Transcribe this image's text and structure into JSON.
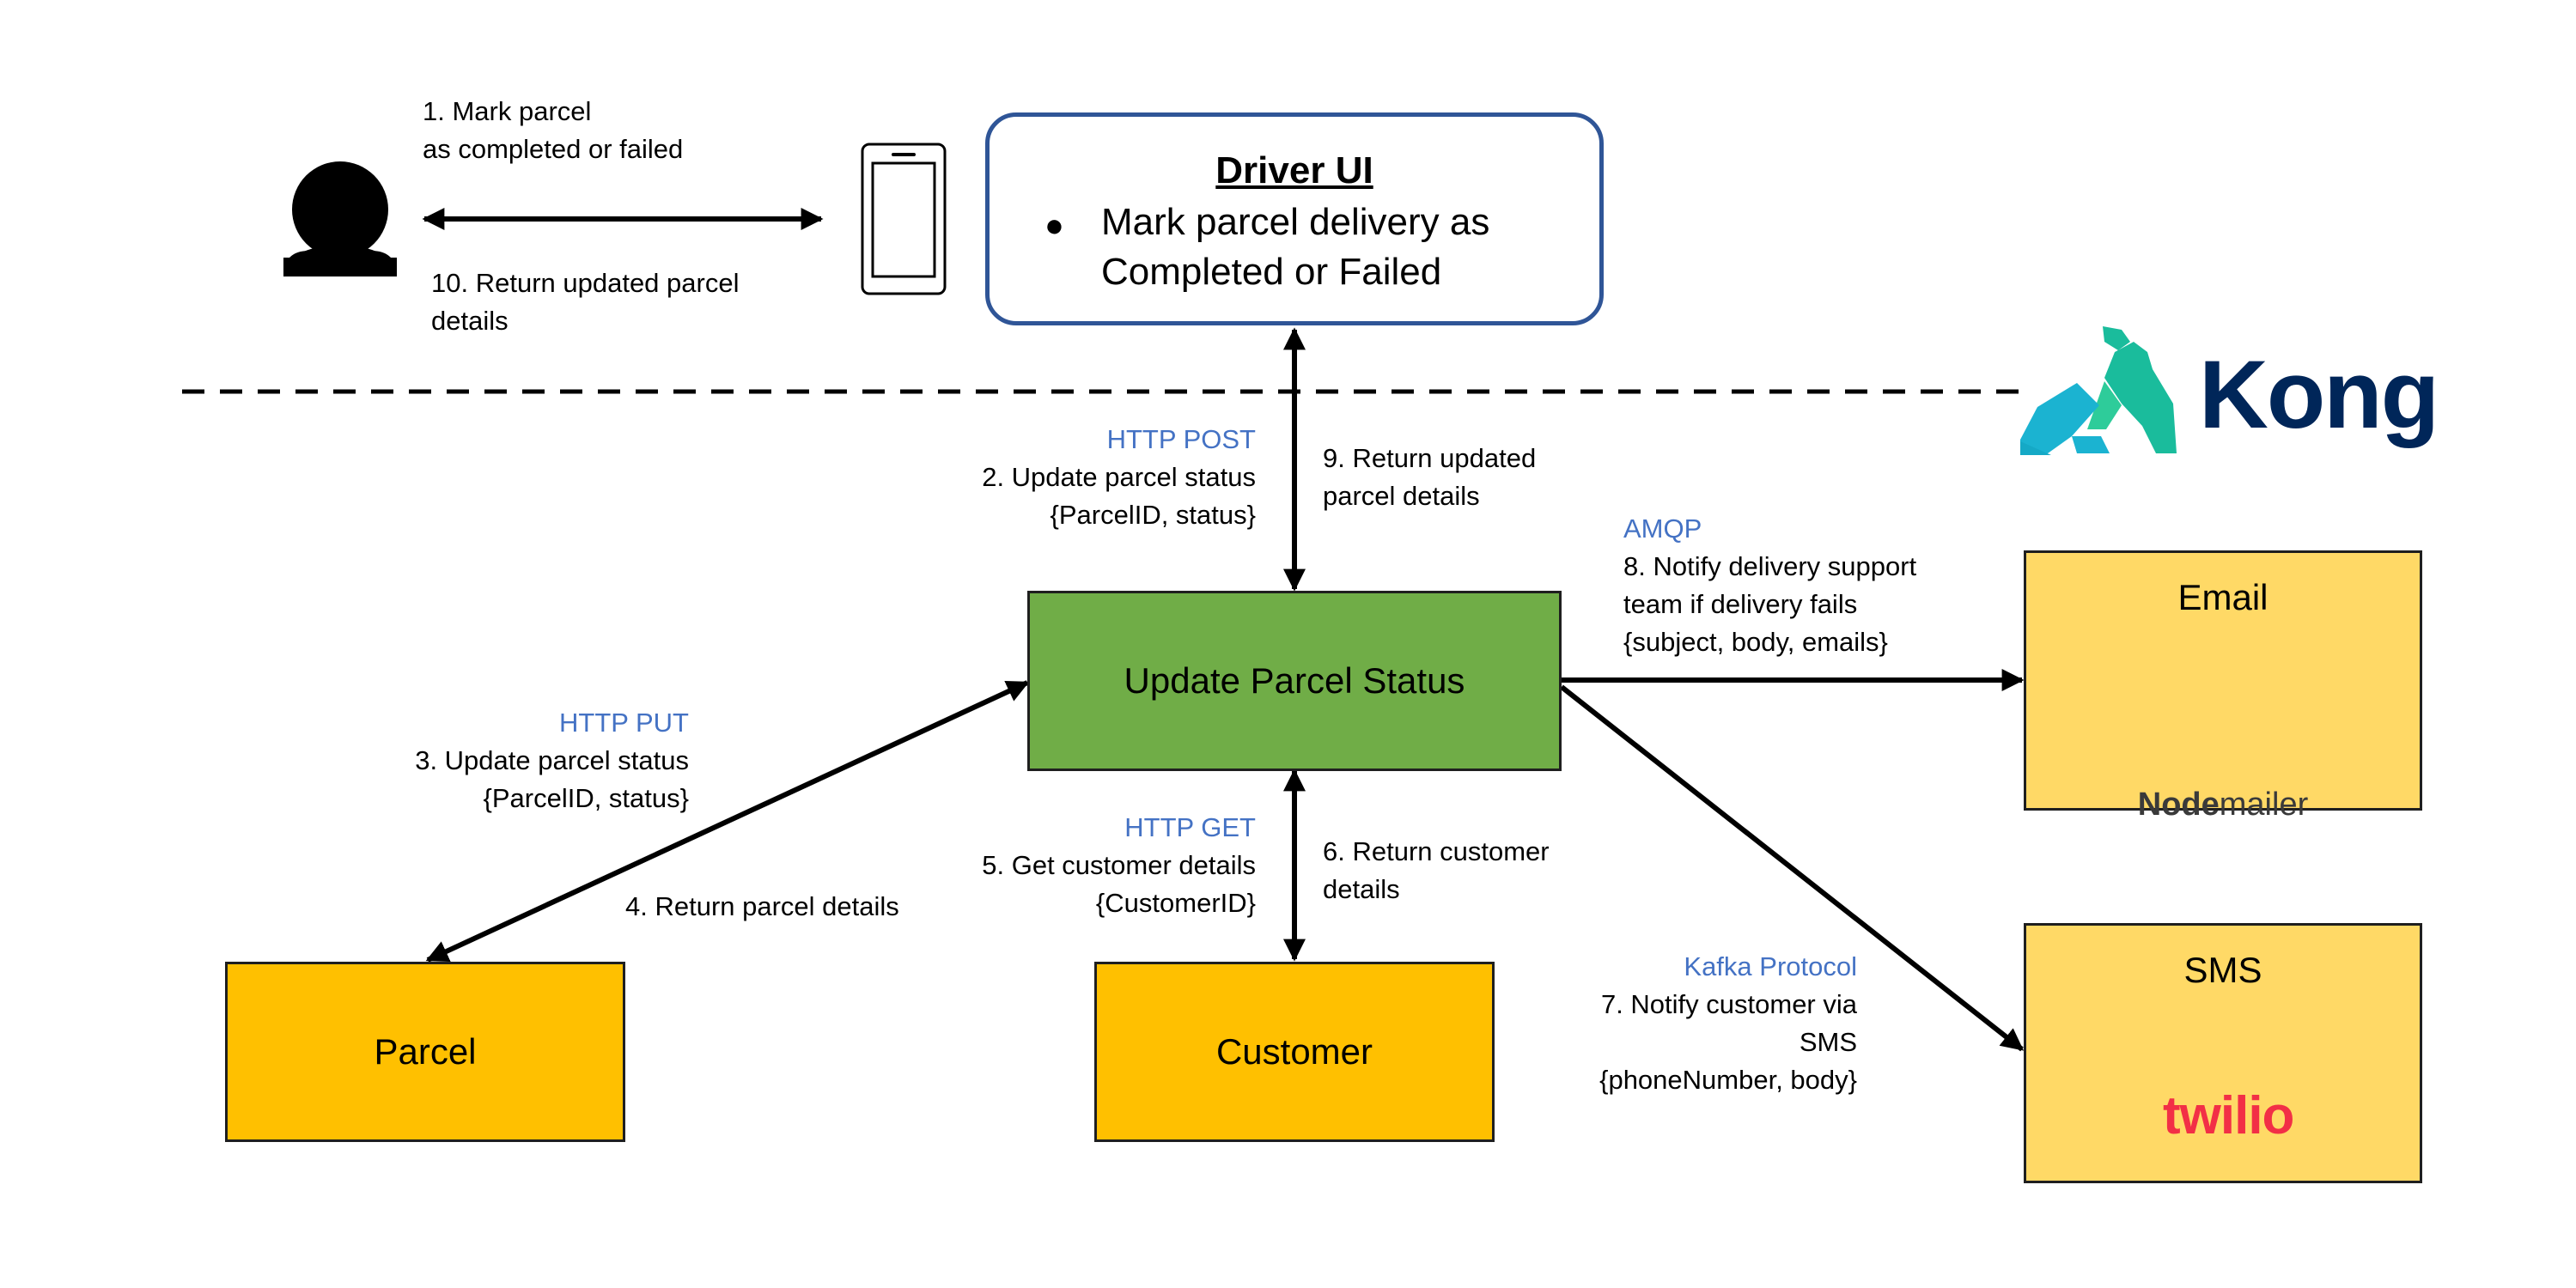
{
  "actors": {
    "driver_icon": "person-icon",
    "device_icon": "smartphone-icon"
  },
  "driver_ui": {
    "title": "Driver UI",
    "bullet": "Mark parcel delivery as",
    "bullet_line2": "Completed or Failed"
  },
  "kong": {
    "name": "Kong",
    "icon": "kong-gorilla-logo"
  },
  "services": {
    "update": "Update Parcel Status",
    "parcel": "Parcel",
    "customer": "Customer"
  },
  "notifications": {
    "email": {
      "title": "Email",
      "brand": "Nodemailer",
      "brand_bold": "Node",
      "brand_rest": "mailer"
    },
    "sms": {
      "title": "SMS",
      "brand": "twilio"
    }
  },
  "steps": {
    "s1": {
      "line1": "1. Mark parcel",
      "line2": "as completed or failed"
    },
    "s10": {
      "line1": "10. Return updated parcel",
      "line2": "details"
    },
    "s2": {
      "protocol": "HTTP POST",
      "line1": "2. Update parcel status",
      "line2": "{ParcelID, status}"
    },
    "s9": {
      "line1": "9. Return updated",
      "line2": "parcel details"
    },
    "s8": {
      "protocol": "AMQP",
      "line1": "8. Notify delivery support",
      "line2": "team if delivery fails",
      "line3": "{subject, body, emails}"
    },
    "s3": {
      "protocol": "HTTP PUT",
      "line1": "3. Update parcel status",
      "line2": "{ParcelID, status}"
    },
    "s4": {
      "line1": "4. Return parcel details"
    },
    "s5": {
      "protocol": "HTTP GET",
      "line1": "5. Get customer details",
      "line2": "{CustomerID}"
    },
    "s6": {
      "line1": "6. Return customer",
      "line2": "details"
    },
    "s7": {
      "protocol": "Kafka Protocol",
      "line1": "7. Notify customer via",
      "line2": "SMS",
      "line3": "{phoneNumber, body}"
    }
  },
  "colors": {
    "protocol_text": "#4472C4",
    "entity_fill": "#FFC000",
    "service_fill": "#70AD47",
    "notification_fill": "#FFD966",
    "driver_ui_border": "#2F5597",
    "kong_text": "#002659",
    "kong_logo": "#1ABC9C",
    "twilio": "#F22F46"
  }
}
